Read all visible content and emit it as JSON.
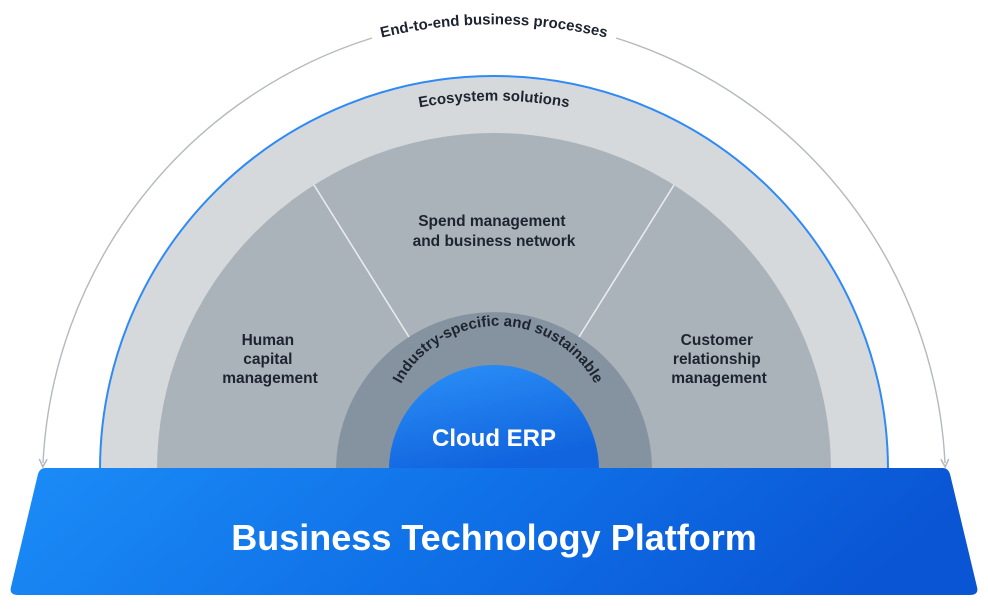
{
  "diagram": {
    "outer_arc_label": "End-to-end business processes",
    "ecosystem_label": "Ecosystem solutions",
    "segments": {
      "left": [
        "Human",
        "capital",
        "management"
      ],
      "top": [
        "Spend management",
        "and business network"
      ],
      "right": [
        "Customer",
        "relationship",
        "management"
      ]
    },
    "inner_ring_label": "Industry-specific and sustainable",
    "core_label": "Cloud ERP",
    "platform_label": "Business Technology Platform"
  },
  "colors": {
    "outer_arrow": "#b4b9bf",
    "ecosystem_ring": "#d5d9dc",
    "ecosystem_edge": "#2f8af5",
    "segments": "#aab2ba",
    "inner_ring": "#8593a1",
    "core": "#1a78e8",
    "platform": "#0f6fe6",
    "text_dark": "#1d2430",
    "text_light": "#ffffff"
  }
}
